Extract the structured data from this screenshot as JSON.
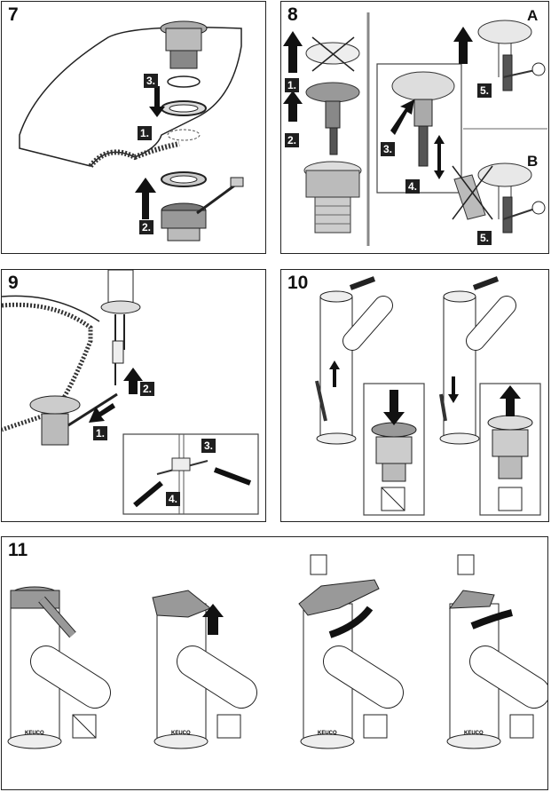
{
  "panels": {
    "p7": {
      "number": "7",
      "steps": [
        "3.",
        "1.",
        "2."
      ]
    },
    "p8": {
      "number": "8",
      "steps": [
        "1.",
        "2.",
        "3.",
        "4.",
        "5.",
        "5."
      ],
      "variant_a": "A",
      "variant_b": "B"
    },
    "p9": {
      "number": "9",
      "steps": [
        "2.",
        "1.",
        "3.",
        "4."
      ]
    },
    "p10": {
      "number": "10"
    },
    "p11": {
      "number": "11",
      "brand": "KEUCO"
    }
  },
  "icons": [
    "step-arrow-icon",
    "rotate-icon",
    "thermometer-icon",
    "water-flow-icon",
    "no-water-icon",
    "crossed-out-icon",
    "screwdriver-icon"
  ]
}
